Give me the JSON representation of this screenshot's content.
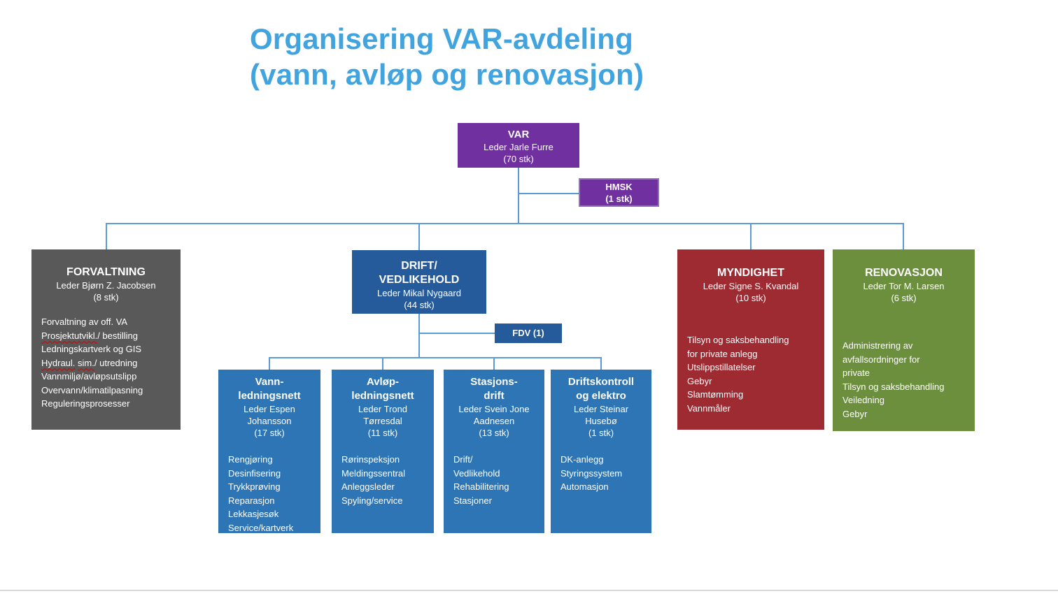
{
  "title": {
    "text": "Organisering VAR-avdeling\n(vann, avløp og renovasjon)"
  },
  "colors": {
    "title_blue": "#41a4df",
    "purple": "#7030a0",
    "purple_border": "#9a6fc2",
    "gray": "#595959",
    "dark_blue": "#265b9b",
    "mid_blue": "#2e75b6",
    "dark_red": "#9e2a32",
    "green": "#6c8f3e",
    "connector_blue": "#5b9bd5",
    "spellcheck_red": "#d60000"
  },
  "nodes": {
    "var": {
      "name": "VAR",
      "leader": "Leder Jarle Furre",
      "count": "(70 stk)"
    },
    "hmsk": {
      "name": "HMSK",
      "count": "(1 stk)"
    },
    "fdv": {
      "name": "FDV (1)"
    },
    "forvaltning": {
      "name": "FORVALTNING",
      "leader": "Leder Bjørn Z. Jacobsen",
      "count": "(8 stk)",
      "tasks": [
        "Forvaltning av off. VA",
        [
          {
            "t": "Prosjektutvikl.",
            "w": true
          },
          {
            "t": "/ bestilling"
          }
        ],
        "Ledningskartverk og GIS",
        [
          {
            "t": "Hydraul.",
            "w": true
          },
          {
            "t": " "
          },
          {
            "t": "sim.",
            "w": true
          },
          {
            "t": "/ utredning"
          }
        ],
        "Vannmiljø/avløpsutslipp",
        "Overvann/klimatilpasning",
        "Reguleringsprosesser"
      ]
    },
    "drift": {
      "name": "DRIFT/\nVEDLIKEHOLD",
      "leader": "Leder Mikal Nygaard",
      "count": "(44 stk)"
    },
    "myndighet": {
      "name": "MYNDIGHET",
      "leader": "Leder Signe S. Kvandal",
      "count": "(10 stk)",
      "tasks": [
        "Tilsyn og saksbehandling",
        "for private anlegg",
        "Utslippstillatelser",
        "Gebyr",
        "Slamtømming",
        "Vannmåler"
      ]
    },
    "renovasjon": {
      "name": "RENOVASJON",
      "leader": "Leder Tor M. Larsen",
      "count": "(6 stk)",
      "tasks": [
        "Administrering av",
        "avfallsordninger for",
        "private",
        "Tilsyn og saksbehandling",
        "Veiledning",
        "Gebyr"
      ]
    },
    "vann": {
      "name": "Vann-\nledningsnett",
      "leader": "Leder Espen\nJohansson",
      "count": "(17 stk)",
      "tasks": [
        "Rengjøring",
        "Desinfisering",
        "Trykkprøving",
        "Reparasjon",
        "Lekkasjesøk",
        "Service/kartverk"
      ]
    },
    "avlop": {
      "name": "Avløp-\nledningsnett",
      "leader": "Leder Trond\nTørresdal",
      "count": "(11 stk)",
      "tasks": [
        "Rørinspeksjon",
        "Meldingssentral",
        "Anleggsleder",
        "Spyling/service"
      ]
    },
    "stasjon": {
      "name": "Stasjons-\ndrift",
      "leader": "Leder Svein Jone\nAadnesen",
      "count": "(13 stk)",
      "tasks": [
        "Drift/",
        "Vedlikehold",
        "Rehabilitering",
        "Stasjoner"
      ]
    },
    "dk": {
      "name": "Driftskontroll\nog elektro",
      "leader": "Leder Steinar\nHusebø",
      "count": "(1 stk)",
      "tasks": [
        "DK-anlegg",
        "Styringssystem",
        "Automasjon"
      ]
    }
  }
}
